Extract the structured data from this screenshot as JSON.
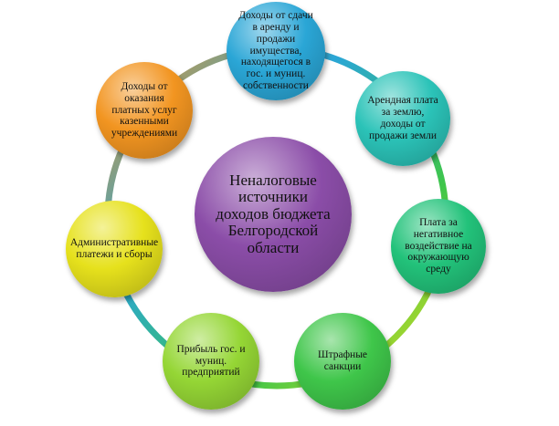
{
  "center": {
    "text": "Неналоговые источники доходов бюджета Белгородской области",
    "color": "#8b4da8"
  },
  "nodes": [
    {
      "id": "rent-sale-property",
      "text": "Доходы от сдачи в аренду и продажи имущества, находящегося в гос. и муниц. собственности",
      "color": "#2aa6d6"
    },
    {
      "id": "land-rent",
      "text": "Арендная плата за землю, доходы от продажи земли",
      "color": "#2bc3b8"
    },
    {
      "id": "environment-fee",
      "text": "Плата за негативное воздействие на окружающую среду",
      "color": "#22c27a"
    },
    {
      "id": "fines",
      "text": "Штрафные санкции",
      "color": "#3fc64a"
    },
    {
      "id": "enterprise-profit",
      "text": "Прибыль гос. и муниц. предприятий",
      "color": "#95d635"
    },
    {
      "id": "admin-fees",
      "text": "Административные платежи и сборы",
      "color": "#e6e11c"
    },
    {
      "id": "paid-services",
      "text": "Доходы от оказания платных услуг казенными учреждениями",
      "color": "#f29521"
    }
  ]
}
